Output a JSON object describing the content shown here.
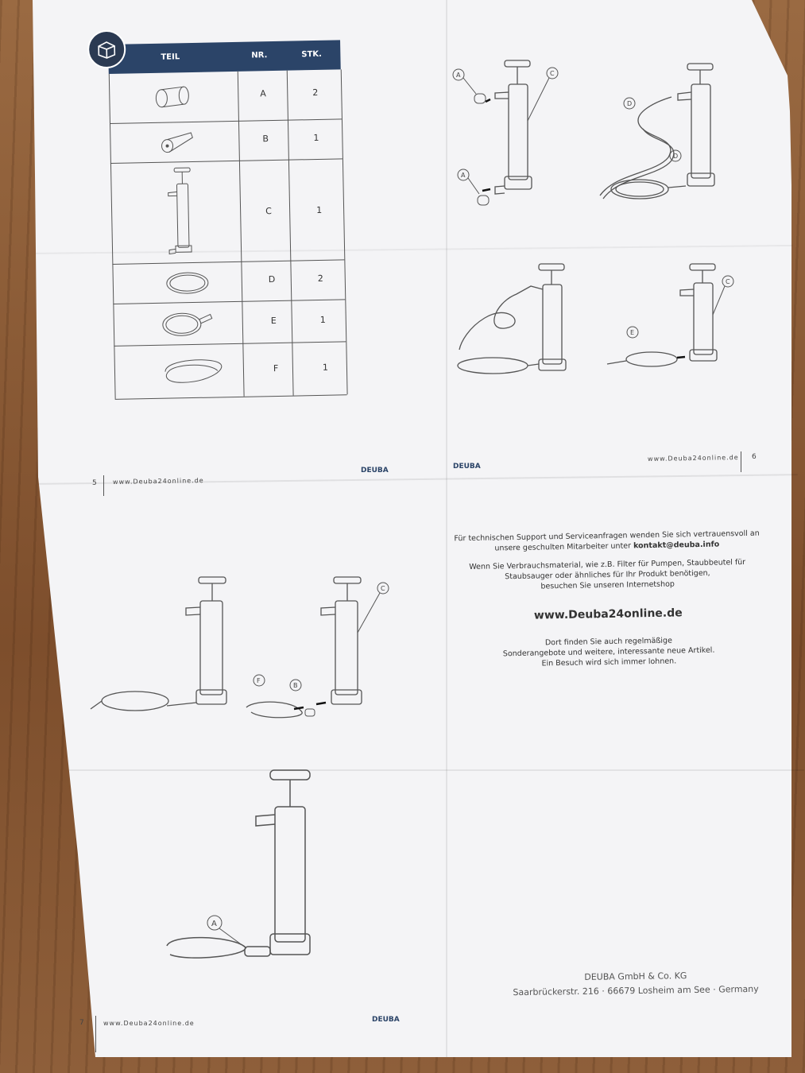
{
  "parts_table": {
    "headers": [
      "TEIL",
      "NR.",
      "STK."
    ],
    "rows": [
      {
        "nr": "A",
        "stk": "2"
      },
      {
        "nr": "B",
        "stk": "1"
      },
      {
        "nr": "C",
        "stk": "1"
      },
      {
        "nr": "D",
        "stk": "2"
      },
      {
        "nr": "E",
        "stk": "1"
      },
      {
        "nr": "F",
        "stk": "1"
      }
    ],
    "icon": "box-icon"
  },
  "footer": {
    "url": "www.Deuba24online.de",
    "page5": "5",
    "page6": "6",
    "page7": "7",
    "logo": "DEUBA"
  },
  "diagram_labels": {
    "a": "A",
    "b": "B",
    "c": "C",
    "d": "D",
    "e": "E",
    "f": "F"
  },
  "contact": {
    "line1": "Für technischen Support und Serviceanfragen wenden Sie sich vertrauensvoll an",
    "line2_prefix": "unsere geschulten Mitarbeiter unter ",
    "email": "kontakt@deuba.info",
    "line3": "Wenn Sie Verbrauchsmaterial, wie z.B. Filter für Pumpen, Staubbeutel für",
    "line4": "Staubsauger oder ähnliches für Ihr Produkt benötigen,",
    "line5": "besuchen Sie unseren Internetshop",
    "website": "www.Deuba24online.de",
    "line6": "Dort finden Sie auch regelmäßige",
    "line7": "Sonderangebote und weitere, interessante neue Artikel.",
    "line8": "Ein Besuch wird sich immer lohnen."
  },
  "address": {
    "company": "DEUBA GmbH & Co. KG",
    "street": "Saarbrückerstr. 216 · 66679 Losheim am See · Germany"
  }
}
